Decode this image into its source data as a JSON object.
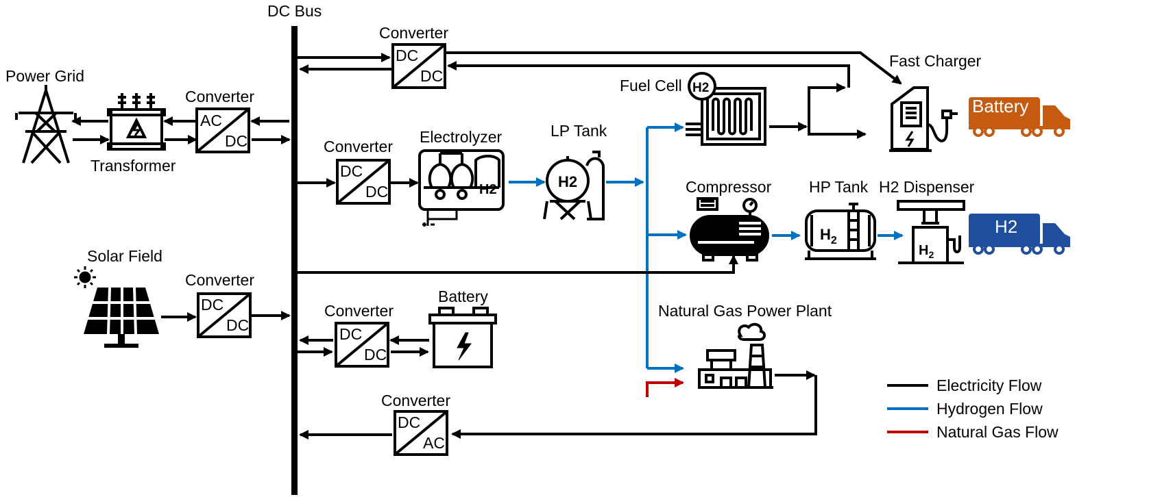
{
  "labels": {
    "dc_bus": "DC Bus",
    "power_grid": "Power Grid",
    "transformer": "Transformer",
    "solar_field": "Solar Field",
    "converter": "Converter",
    "electrolyzer": "Electrolyzer",
    "lp_tank": "LP Tank",
    "fuel_cell": "Fuel Cell",
    "fast_charger": "Fast Charger",
    "compressor": "Compressor",
    "hp_tank": "HP Tank",
    "h2_dispenser": "H2 Dispenser",
    "battery": "Battery",
    "natural_gas_plant": "Natural Gas Power Plant"
  },
  "converters": {
    "grid": {
      "top": "AC",
      "bottom": "DC"
    },
    "fast_charger": {
      "top": "DC",
      "bottom": "DC"
    },
    "electrolyzer": {
      "top": "DC",
      "bottom": "DC"
    },
    "solar": {
      "top": "DC",
      "bottom": "DC"
    },
    "battery": {
      "top": "DC",
      "bottom": "DC"
    },
    "gas_plant": {
      "top": "DC",
      "bottom": "AC"
    }
  },
  "icon_text": {
    "h2": "H2",
    "h2_sub": "H",
    "h2_subscript": "2"
  },
  "trucks": {
    "battery_truck": {
      "label": "Battery",
      "color": "#c55a11"
    },
    "h2_truck": {
      "label": "H2",
      "color": "#1f4e9c"
    }
  },
  "legend": [
    {
      "label": "Electricity Flow",
      "color": "#000000"
    },
    {
      "label": "Hydrogen Flow",
      "color": "#0070c0"
    },
    {
      "label": "Natural Gas Flow",
      "color": "#c00000"
    }
  ],
  "colors": {
    "electricity": "#000000",
    "hydrogen": "#0070c0",
    "natural_gas": "#c00000"
  }
}
